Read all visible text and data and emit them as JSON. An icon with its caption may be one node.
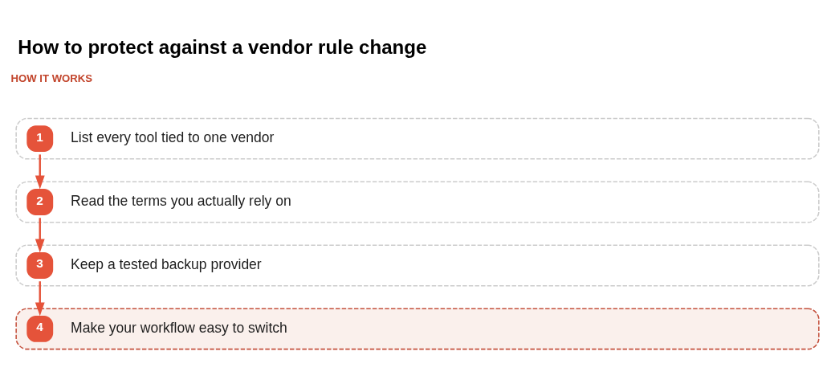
{
  "diagram": {
    "title": "How to protect against a vendor rule change",
    "nodes": [
      {
        "text": [
          "1",
          "List every tool tied to one vendor"
        ]
      },
      {
        "text": [
          "2",
          "Read the terms you actually rely on"
        ]
      },
      {
        "text": [
          "3",
          "Keep a tested backup provider"
        ]
      },
      {
        "text": [
          "4",
          "Make your workflow easy to switch"
        ]
      }
    ],
    "edges": [
      {
        "from": 0,
        "to": 1,
        "arrow": "to"
      },
      {
        "from": 1,
        "to": 2,
        "arrow": "to"
      },
      {
        "from": 2,
        "to": 3,
        "arrow": "to"
      }
    ],
    "labels": [
      "HOW IT WORKS"
    ]
  }
}
